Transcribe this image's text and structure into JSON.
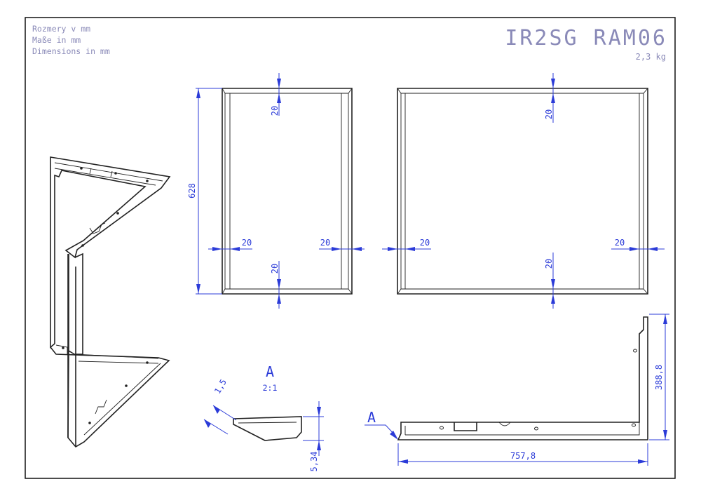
{
  "title_block": {
    "units_sk": "Rozmery v mm",
    "units_de": "Maße in mm",
    "units_en": "Dimensions in mm",
    "part_number": "IR2SG RAM06",
    "weight": "2,3 kg"
  },
  "front_view": {
    "height": "628",
    "top_flange": "20",
    "bottom_flange": "20",
    "left_flange": "20",
    "right_flange": "20"
  },
  "side_view": {
    "top_flange": "20",
    "bottom_flange": "20",
    "left_flange": "20",
    "right_flange": "20"
  },
  "detail_a": {
    "label": "A",
    "scale": "2:1",
    "chamfer": "1,5",
    "thickness": "5,34"
  },
  "bottom_view": {
    "detail_marker": "A",
    "length": "757,8",
    "height": "388,8"
  },
  "colors": {
    "dimension": "#2b3bd8",
    "title_text": "#8a8ab8",
    "outline": "#222222"
  }
}
